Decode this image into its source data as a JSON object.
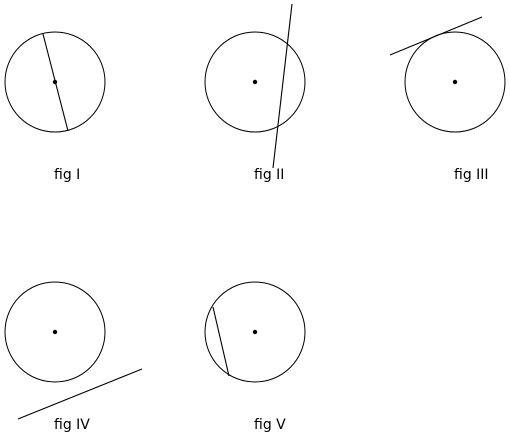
{
  "figures": [
    {
      "label": "fig I"
    },
    {
      "label": "fig II"
    },
    {
      "label": "fig III"
    },
    {
      "label": "fig IV"
    },
    {
      "label": "fig V"
    }
  ],
  "colors": {
    "stroke": "#000000",
    "background": "#ffffff"
  }
}
